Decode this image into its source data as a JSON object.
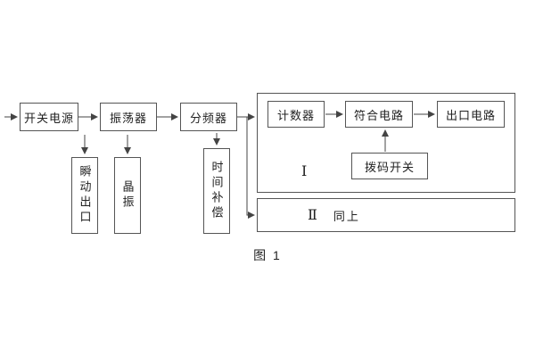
{
  "figure": {
    "caption": "图 1"
  },
  "blocks": {
    "power": "开关电源",
    "oscillator": "振荡器",
    "divider": "分频器",
    "counter": "计数器",
    "coincidence": "符合电路",
    "outlet": "出口电路",
    "dip_switch": "拨码开关",
    "instant_outlet": "瞬动出口",
    "crystal": "晶振",
    "time_compensation": "时间补偿",
    "section1": "Ⅰ",
    "section2": "Ⅱ",
    "section2_note": "同上"
  },
  "colors": {
    "line": "#444444",
    "border": "#555555",
    "background": "#ffffff"
  }
}
